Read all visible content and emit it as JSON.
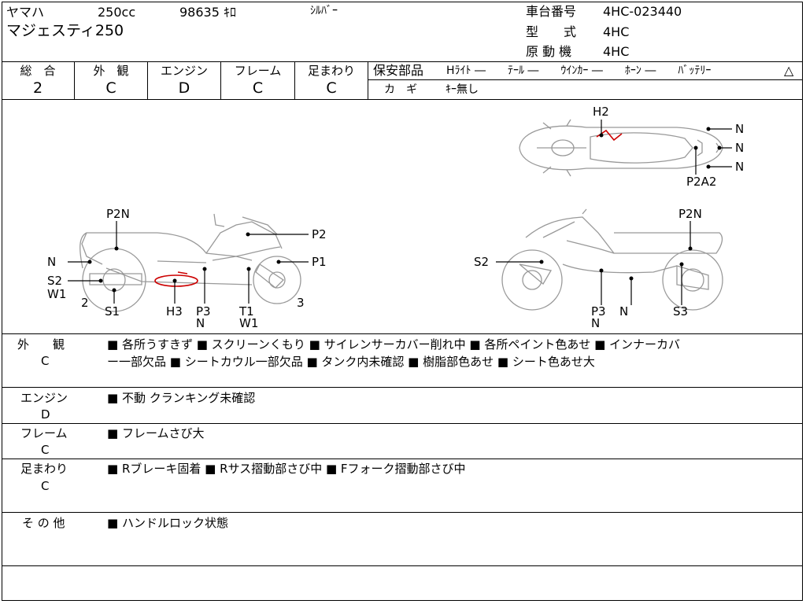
{
  "header": {
    "maker": "ヤマハ",
    "cc": "250cc",
    "mileage": "98635 ｷﾛ",
    "color": "ｼﾙﾊﾞｰ",
    "model_name": "マジェスティ250",
    "frame_no_label": "車台番号",
    "frame_no": "4HC-023440",
    "type_label": "型　　式",
    "type": "4HC",
    "engine_label": "原 動 機",
    "engine_model": "4HC"
  },
  "grades": {
    "overall_label": "総　合",
    "overall": "2",
    "exterior_label": "外　観",
    "exterior": "C",
    "engine_label": "エンジン",
    "engine": "D",
    "frame_label": "フレーム",
    "frame": "C",
    "suspension_label": "足まわり",
    "suspension": "C"
  },
  "safety": {
    "title": "保安部品",
    "items": "Hﾗｲﾄ ―　　ﾃｰﾙ ―　　ｳｲﾝｶｰ ―　　ﾎｰﾝ ―　　ﾊﾞｯﾃﾘｰ",
    "battery_mark": "△",
    "key_label": "カ　ギ",
    "key_value": "ｷｰ無し"
  },
  "diagram": {
    "top": {
      "h2": "H2",
      "n1": "N",
      "n2": "N",
      "n3": "N",
      "p2a2": "P2A2"
    },
    "left": {
      "p2n": "P2N",
      "p2": "P2",
      "p1": "P1",
      "n": "N",
      "s2": "S2",
      "w1": "W1",
      "two": "2",
      "s1": "S1",
      "h3": "H3",
      "p3": "P3",
      "p3n": "N",
      "t1": "T1",
      "t1w1": "W1",
      "three": "3"
    },
    "right": {
      "p2n": "P2N",
      "s2": "S2",
      "p3": "P3",
      "p3n": "N",
      "n": "N",
      "s3": "S3"
    }
  },
  "notes": {
    "exterior_label": "外　　観",
    "exterior_grade": "C",
    "exterior_line1": "■ 各所うすきず ■ スクリーンくもり ■ サイレンサーカバー削れ中 ■ 各所ペイント色あせ ■ インナーカバ",
    "exterior_line2": "ー一部欠品 ■ シートカウル一部欠品 ■ タンク内未確認 ■ 樹脂部色あせ ■ シート色あせ大",
    "engine_label": "エンジン",
    "engine_grade": "D",
    "engine_text": "■ 不動 クランキング未確認",
    "frame_label": "フレーム",
    "frame_grade": "C",
    "frame_text": "■ フレームさび大",
    "suspension_label": "足まわり",
    "suspension_grade": "C",
    "suspension_text": "■ Rブレーキ固着 ■ Rサス摺動部さび中 ■ Fフォーク摺動部さび中",
    "other_label": "そ の 他",
    "other_text": "■ ハンドルロック状態"
  }
}
